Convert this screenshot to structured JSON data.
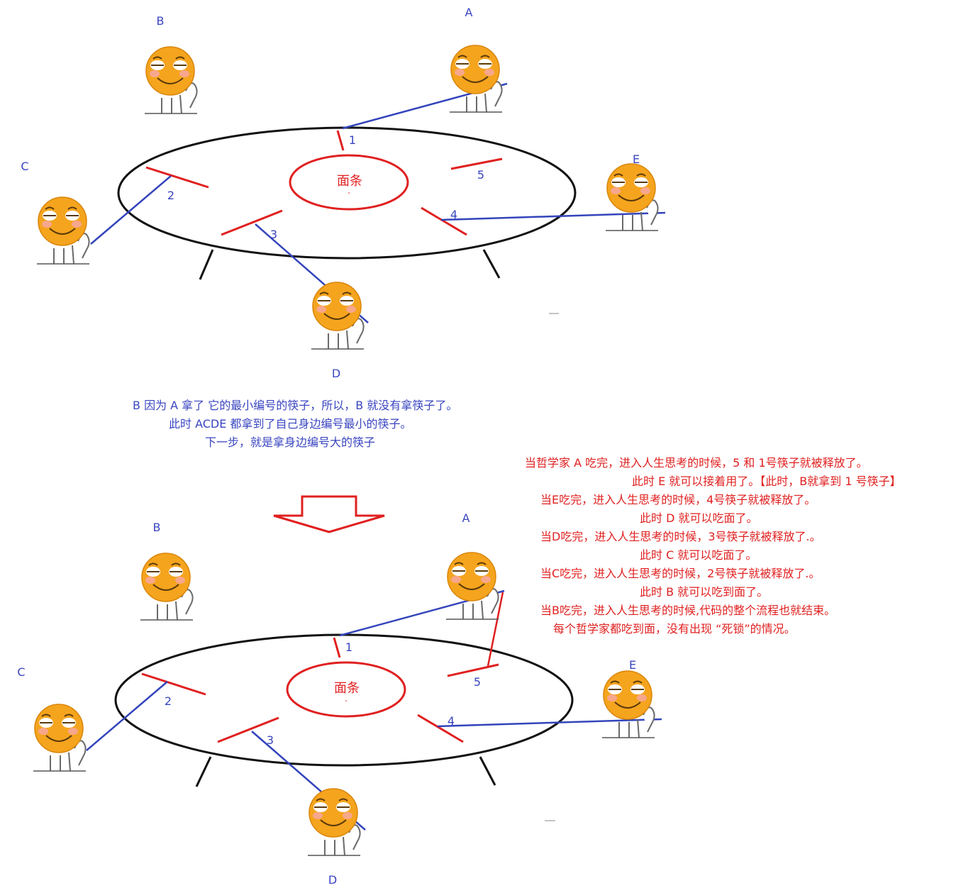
{
  "colors": {
    "table": "#111111",
    "noodle": "#e02020",
    "chopstick": "#e02020",
    "grab_line": "#3344bb",
    "label_blue": "#3a45c0",
    "label_red": "#e02020",
    "face": "#f5a41e",
    "blush": "#f7a8a8"
  },
  "icons": {
    "philosopher": "smiling-face-emoji",
    "arrow": "down-arrow-outline"
  },
  "scene_top": {
    "noodle_label": "面条",
    "chopstick_numbers": [
      "1",
      "2",
      "3",
      "4",
      "5"
    ],
    "philosophers": [
      "A",
      "B",
      "C",
      "D",
      "E"
    ]
  },
  "blue_note": [
    "B 因为 A 拿了 它的最小编号的筷子，所以，B 就没有拿筷子了。",
    "此时 ACDE  都拿到了自己身边编号最小的筷子。",
    "下一步，就是拿身边编号大的筷子"
  ],
  "scene_bottom": {
    "noodle_label": "面条",
    "chopstick_numbers": [
      "1",
      "2",
      "3",
      "4",
      "5"
    ],
    "philosophers": [
      "A",
      "B",
      "C",
      "D",
      "E"
    ]
  },
  "red_note": [
    "当哲学家 A 吃完，进入人生思考的时候，5 和 1号筷子就被释放了。",
    "此时 E 就可以接着用了。【此时，B就拿到 1 号筷子】",
    "当E吃完，进入人生思考的时候，4号筷子就被释放了。",
    "此时 D 就可以吃面了。",
    "当D吃完，进入人生思考的时候，3号筷子就被释放了.。",
    "此时 C 就可以吃面了。",
    "当C吃完，进入人生思考的时候，2号筷子就被释放了.。",
    "此时 B 就可以吃到面了。",
    "当B吃完，进入人生思考的时候,代码的整个流程也就结束。",
    "每个哲学家都吃到面，没有出现 “死锁”的情况。"
  ]
}
